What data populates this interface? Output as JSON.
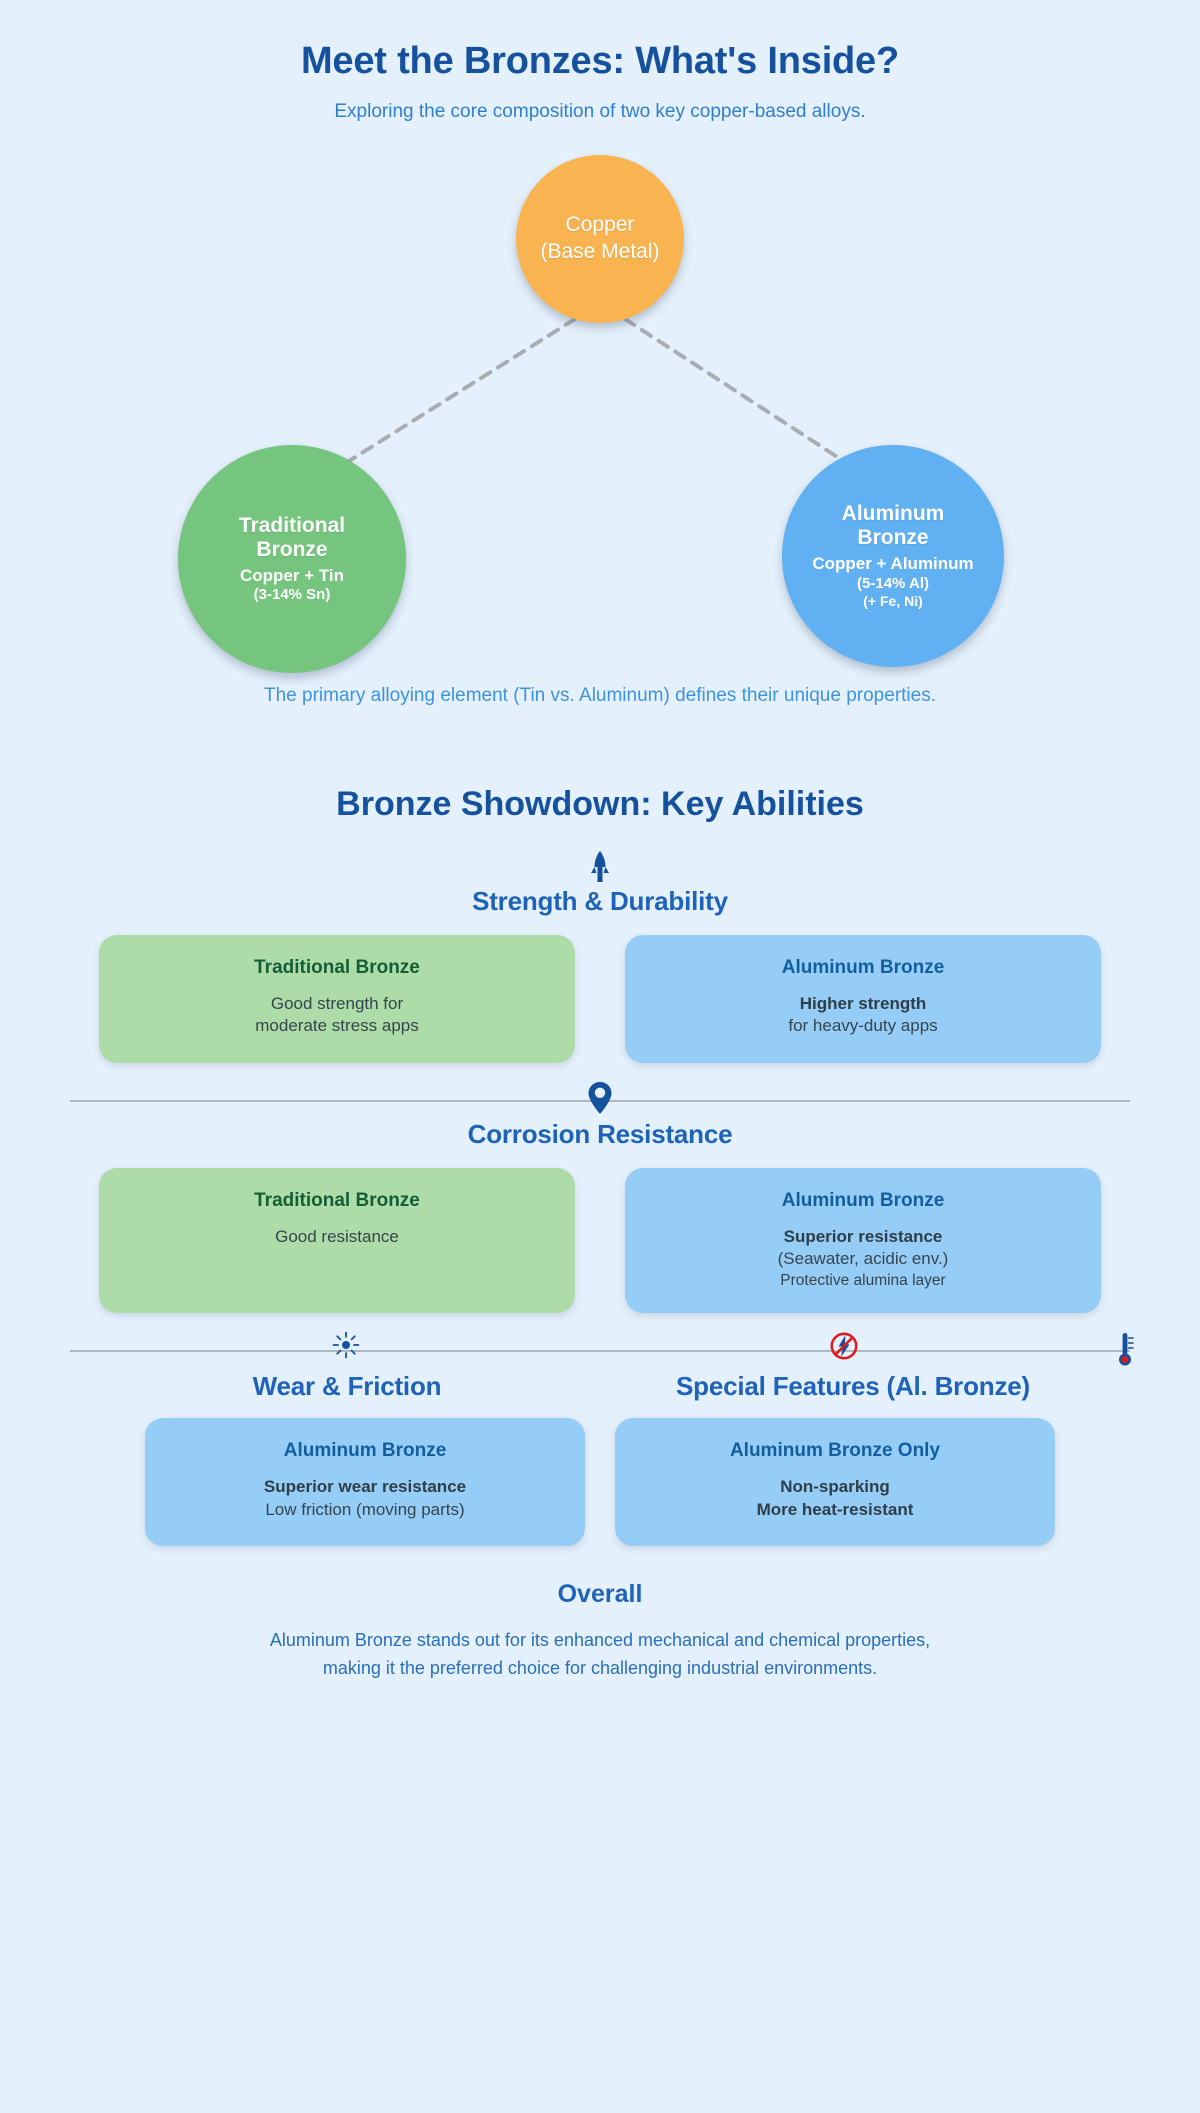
{
  "hero": {
    "title": "Meet the Bronzes: What's Inside?",
    "subtitle": "Exploring the core composition of two key copper-based alloys."
  },
  "diagram": {
    "nodes": {
      "copper": {
        "line1": "Copper",
        "line2": "(Base Metal)",
        "color": "#f9b350"
      },
      "traditional": {
        "title": "Traditional",
        "title2": "Bronze",
        "sub": "Copper + Tin",
        "sub2": "(3-14% Sn)",
        "color": "#76c57e"
      },
      "aluminum": {
        "title": "Aluminum",
        "title2": "Bronze",
        "sub": "Copper + Aluminum",
        "sub2": "(5-14% Al)",
        "sub3": "(+ Fe, Ni)",
        "color": "#61b0f2"
      }
    },
    "caption": "The primary alloying element (Tin vs. Aluminum) defines their unique properties."
  },
  "comparison": {
    "title": "Bronze Showdown: Key Abilities",
    "categories": [
      {
        "icon": "rocket-icon",
        "label": "Strength & Durability",
        "cards": [
          {
            "theme": "green",
            "title": "Traditional Bronze",
            "lines": [
              {
                "text": "Good strength for",
                "style": "normal"
              },
              {
                "text": "moderate stress apps",
                "style": "normal"
              }
            ]
          },
          {
            "theme": "blue",
            "title": "Aluminum Bronze",
            "lines": [
              {
                "text": "Higher strength",
                "style": "bold"
              },
              {
                "text": "for heavy-duty apps",
                "style": "normal"
              }
            ]
          }
        ]
      },
      {
        "icon": "map-pin-icon",
        "label": "Corrosion Resistance",
        "cards": [
          {
            "theme": "green",
            "title": "Traditional Bronze",
            "lines": [
              {
                "text": "Good resistance",
                "style": "normal"
              }
            ]
          },
          {
            "theme": "blue",
            "title": "Aluminum Bronze",
            "lines": [
              {
                "text": "Superior resistance",
                "style": "bold"
              },
              {
                "text": "(Seawater, acidic env.)",
                "style": "normal"
              },
              {
                "text": "Protective alumina layer",
                "style": "small"
              }
            ]
          }
        ]
      }
    ],
    "bottom_row": {
      "divider_icons": [
        "sun-sparkle-icon",
        "no-spark-icon",
        "thermometer-icon"
      ],
      "columns": [
        {
          "label": "Wear & Friction",
          "card": {
            "theme": "blue",
            "title": "Aluminum Bronze",
            "lines": [
              {
                "text": "Superior wear resistance",
                "style": "bold"
              },
              {
                "text": "Low friction (moving parts)",
                "style": "normal"
              }
            ]
          }
        },
        {
          "label": "Special Features (Al. Bronze)",
          "card": {
            "theme": "blue",
            "title": "Aluminum Bronze Only",
            "lines": [
              {
                "text": "Non-sparking",
                "style": "bold"
              },
              {
                "text": "More heat-resistant",
                "style": "bold"
              }
            ]
          }
        }
      ]
    },
    "overall": {
      "title": "Overall",
      "line1": "Aluminum Bronze stands out for its enhanced mechanical and chemical properties,",
      "line2": "making it the preferred choice for challenging industrial environments."
    }
  },
  "colors": {
    "background": "#e4f0fb",
    "heading": "#16519e",
    "accent_blue": "#1f63b8",
    "copper": "#f9b350",
    "green": "#76c57e",
    "blue": "#61b0f2",
    "card_green": "#aedca8",
    "card_blue": "#95cdf7"
  }
}
